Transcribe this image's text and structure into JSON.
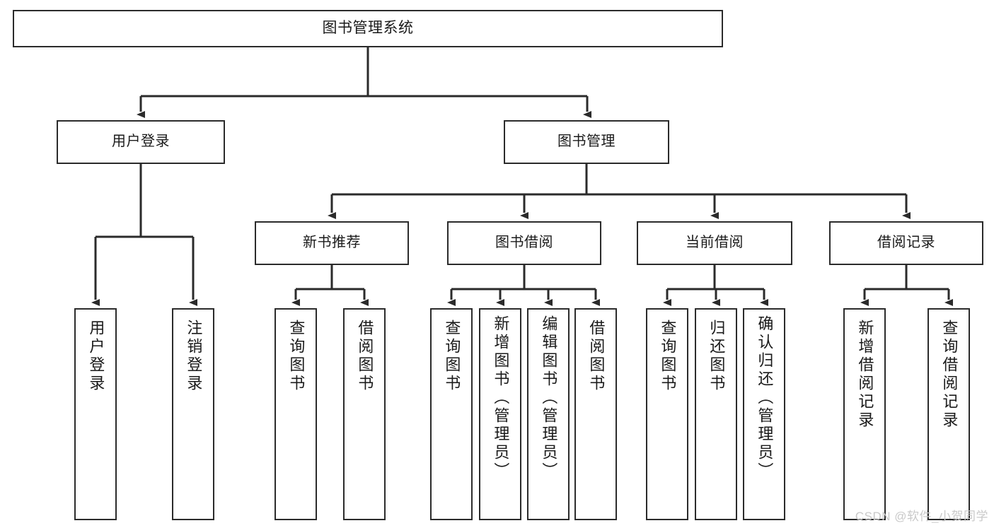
{
  "diagram": {
    "title": "图书管理系统",
    "type": "tree",
    "watermark": "CSDN @软件_小贺同学",
    "colors": {
      "box_border": "#2b2b2b",
      "box_fill": "#ffffff",
      "connector": "#2b2b2b",
      "text": "#1a1a1a",
      "watermark": "#c9c9c9",
      "background": "#ffffff"
    }
  },
  "nodes": {
    "root": {
      "label": "图书管理系统",
      "level": 1,
      "orientation": "horizontal"
    },
    "level2": [
      {
        "id": "user-login",
        "label": "用户登录",
        "orientation": "horizontal"
      },
      {
        "id": "book-management",
        "label": "图书管理",
        "orientation": "horizontal"
      }
    ],
    "level3": [
      {
        "id": "new-book-recommend",
        "label": "新书推荐",
        "orientation": "horizontal"
      },
      {
        "id": "book-borrow",
        "label": "图书借阅",
        "orientation": "horizontal"
      },
      {
        "id": "current-borrow",
        "label": "当前借阅",
        "orientation": "horizontal"
      },
      {
        "id": "borrow-record",
        "label": "借阅记录",
        "orientation": "horizontal"
      }
    ],
    "leaves": [
      {
        "id": "leaf-user-login",
        "label": "用户登录",
        "parent": "user-login",
        "orientation": "vertical"
      },
      {
        "id": "leaf-user-logout",
        "label": "注销登录",
        "parent": "user-login",
        "orientation": "vertical"
      },
      {
        "id": "leaf-query-book-1",
        "label": "查询图书",
        "parent": "new-book-recommend",
        "orientation": "vertical"
      },
      {
        "id": "leaf-borrow-book-1",
        "label": "借阅图书",
        "parent": "new-book-recommend",
        "orientation": "vertical"
      },
      {
        "id": "leaf-query-book-2",
        "label": "查询图书",
        "parent": "book-borrow",
        "orientation": "vertical"
      },
      {
        "id": "leaf-add-book",
        "label": "新增图书（管理员）",
        "parent": "book-borrow",
        "orientation": "vertical"
      },
      {
        "id": "leaf-edit-book",
        "label": "编辑图书（管理员）",
        "parent": "book-borrow",
        "orientation": "vertical"
      },
      {
        "id": "leaf-borrow-book-2",
        "label": "借阅图书",
        "parent": "book-borrow",
        "orientation": "vertical"
      },
      {
        "id": "leaf-query-book-3",
        "label": "查询图书",
        "parent": "current-borrow",
        "orientation": "vertical"
      },
      {
        "id": "leaf-return-book",
        "label": "归还图书",
        "parent": "current-borrow",
        "orientation": "vertical"
      },
      {
        "id": "leaf-confirm-return",
        "label": "确认归还（管理员）",
        "parent": "current-borrow",
        "orientation": "vertical"
      },
      {
        "id": "leaf-add-record",
        "label": "新增借阅记录",
        "parent": "borrow-record",
        "orientation": "vertical"
      },
      {
        "id": "leaf-query-record",
        "label": "查询借阅记录",
        "parent": "borrow-record",
        "orientation": "vertical"
      }
    ]
  }
}
